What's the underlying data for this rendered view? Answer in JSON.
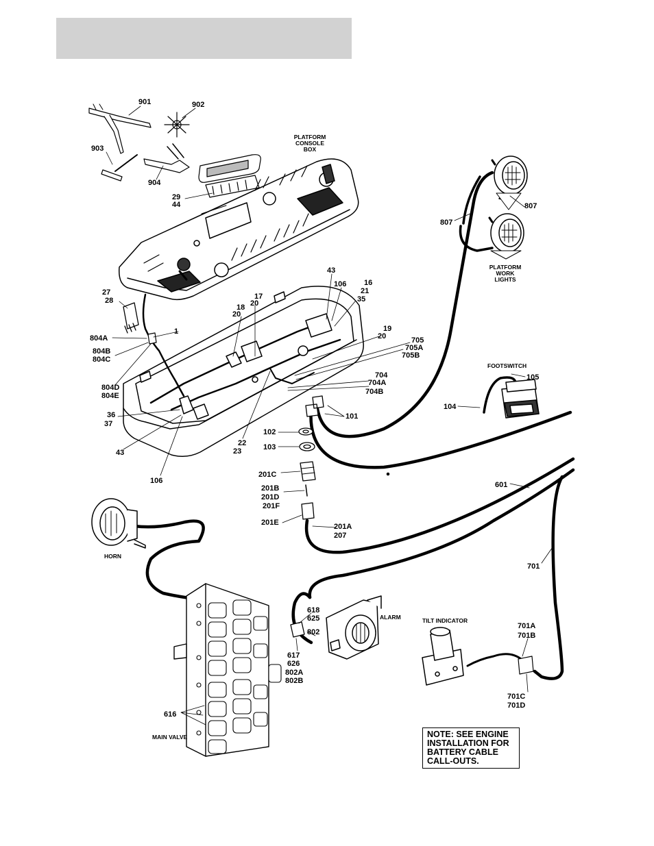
{
  "labels": {
    "901": "901",
    "902": "902",
    "903": "903",
    "904": "904",
    "platform_console_box": [
      "PLATFORM",
      "CONSOLE",
      "BOX"
    ],
    "29": "29",
    "44": "44",
    "807a": "807",
    "807b": "807",
    "platform_work_lights": [
      "PLATFORM",
      "WORK",
      "LIGHTS"
    ],
    "43a": "43",
    "106a": "106",
    "16": "16",
    "21": "21",
    "35": "35",
    "17": "17",
    "20a": "20",
    "18": "18",
    "20b": "20",
    "27": "27",
    "28": "28",
    "1": "1",
    "19": "19",
    "20c": "20",
    "705": "705",
    "705A": "705A",
    "705B": "705B",
    "804A": "804A",
    "804B": "804B",
    "804C": "804C",
    "footswitch": "FOOTSWITCH",
    "105": "105",
    "704": "704",
    "704A": "704A",
    "704B": "704B",
    "804D": "804D",
    "804E": "804E",
    "104": "104",
    "101": "101",
    "36": "36",
    "37": "37",
    "102": "102",
    "22": "22",
    "23": "23",
    "103": "103",
    "43b": "43",
    "201C": "201C",
    "106b": "106",
    "201B": "201B",
    "201D": "201D",
    "201F": "201F",
    "601": "601",
    "201E": "201E",
    "201A": "201A",
    "207": "207",
    "horn": "HORN",
    "701": "701",
    "618": "618",
    "625": "625",
    "alarm": "ALARM",
    "tilt_indicator": "TILT INDICATOR",
    "802": "802",
    "701A": "701A",
    "701B": "701B",
    "617": "617",
    "626": "626",
    "802A": "802A",
    "802B": "802B",
    "701C": "701C",
    "701D": "701D",
    "616": "616",
    "main_valve": "MAIN VALVE"
  },
  "note": [
    "NOTE: SEE ENGINE",
    "INSTALLATION FOR",
    "BATTERY CABLE",
    "CALL-OUTS."
  ]
}
